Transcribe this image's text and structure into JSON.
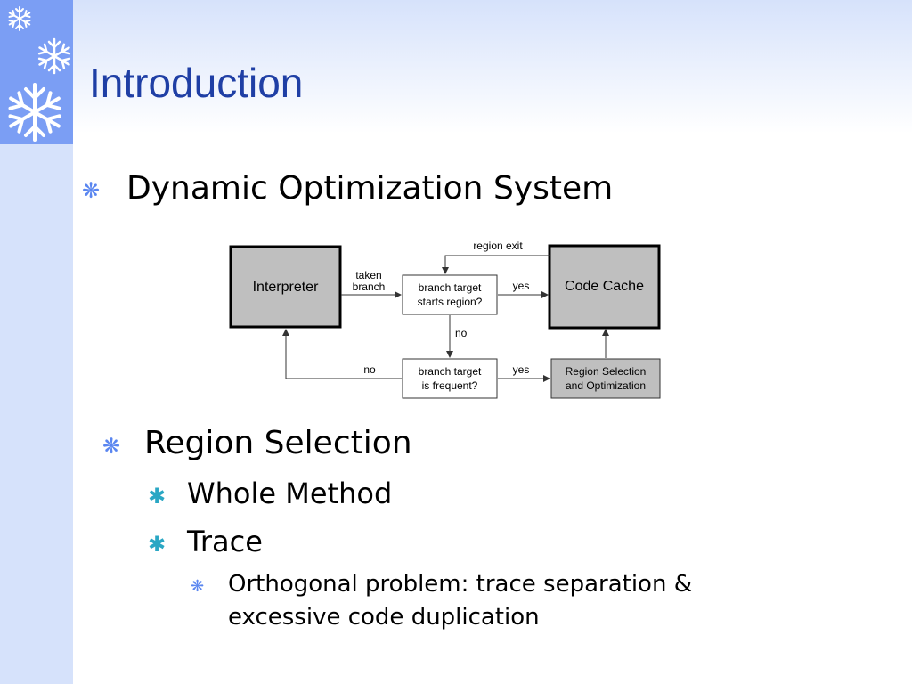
{
  "slide": {
    "title": "Introduction",
    "bullets": {
      "dynamic_opt": "Dynamic Optimization System",
      "region_selection": "Region Selection",
      "whole_method": "Whole Method",
      "trace": "Trace",
      "orthogonal_line1": "Orthogonal problem: trace separation &",
      "orthogonal_line2": "excessive code duplication"
    }
  },
  "diagram": {
    "interpreter": "Interpreter",
    "code_cache": "Code Cache",
    "starts_region_1": "branch target",
    "starts_region_2": "starts region?",
    "is_frequent_1": "branch target",
    "is_frequent_2": "is frequent?",
    "region_sel_1": "Region Selection",
    "region_sel_2": "and Optimization",
    "taken_1": "taken",
    "taken_2": "branch",
    "region_exit": "region exit",
    "yes_top": "yes",
    "yes_bottom": "yes",
    "no_down": "no",
    "no_left": "no"
  },
  "colors": {
    "title": "#1f3fa5",
    "strip": "#d6e2fb",
    "corner": "#7b9ef4",
    "bullet_l1": "#5a86f0",
    "bullet_l2": "#2aa7c4",
    "box_gray": "#bfbfbf"
  },
  "icons": [
    "snowflake-icon",
    "asterisk-bullet-icon"
  ]
}
